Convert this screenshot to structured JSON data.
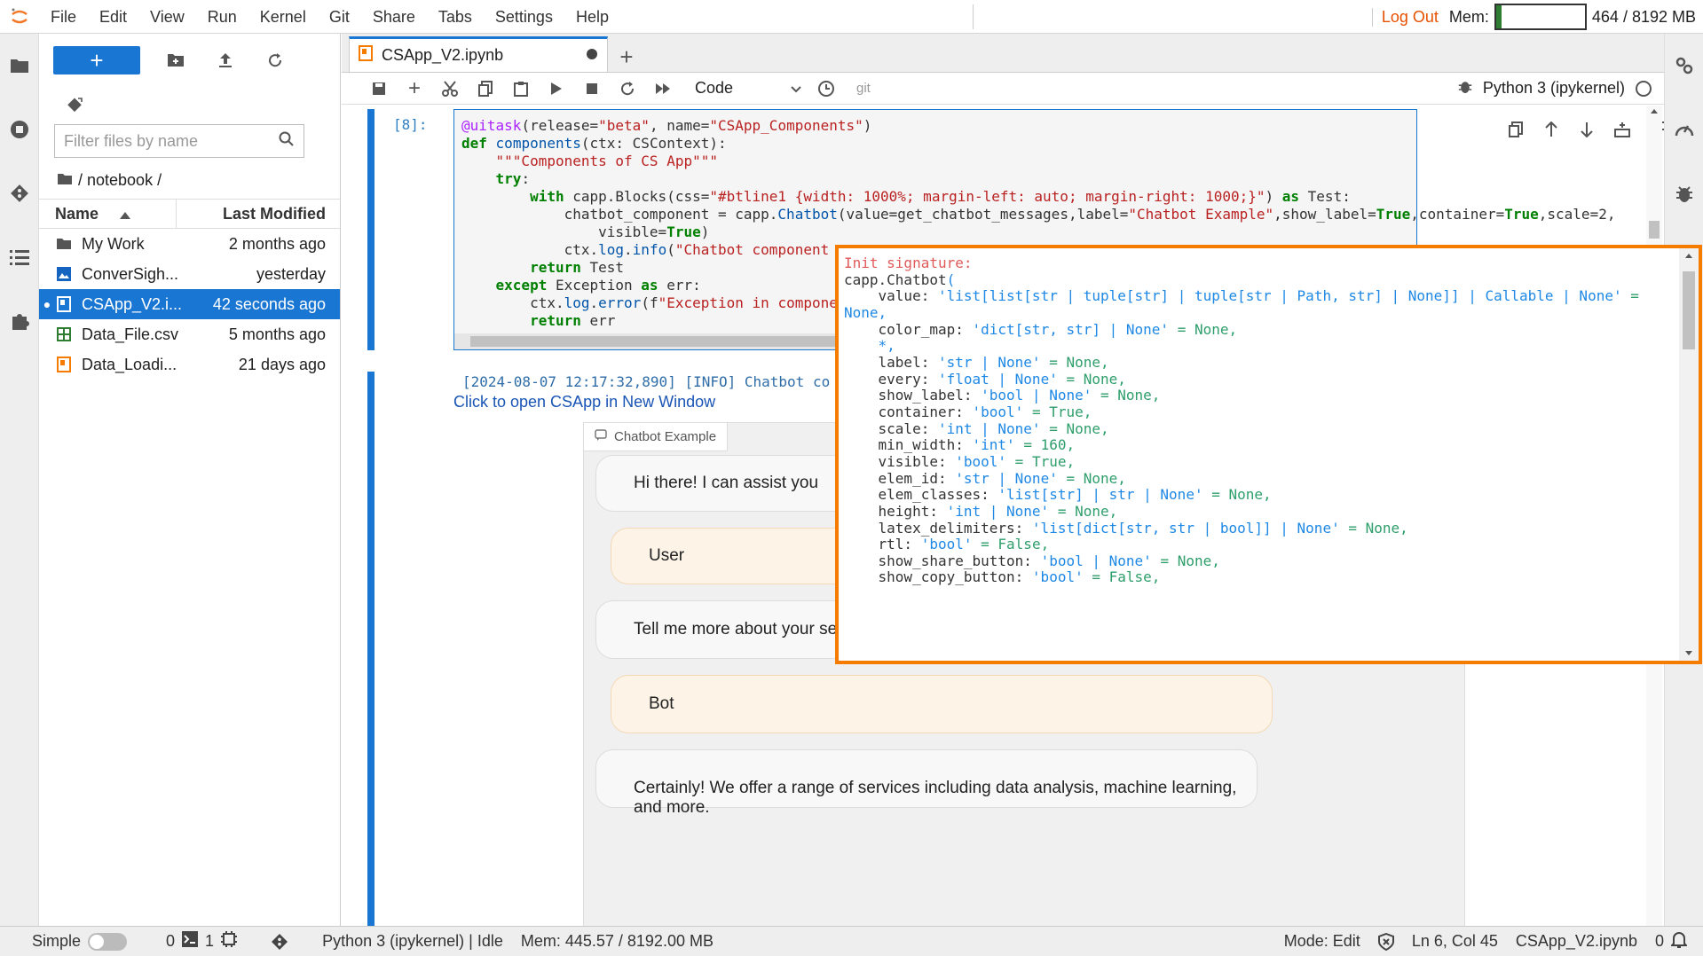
{
  "menubar": {
    "items": [
      "File",
      "Edit",
      "View",
      "Run",
      "Kernel",
      "Git",
      "Share",
      "Tabs",
      "Settings",
      "Help"
    ],
    "logout": "Log Out",
    "mem_label": "Mem:",
    "mem_text": "464 / 8192 MB",
    "mem_fraction": 0.057
  },
  "filebrowser": {
    "filter_placeholder": "Filter files by name",
    "breadcrumb": "/ notebook /",
    "col_name": "Name",
    "col_modified": "Last Modified",
    "files": [
      {
        "name": "My Work",
        "modified": "2 months ago",
        "icon": "folder-icon"
      },
      {
        "name": "ConverSigh...",
        "modified": "yesterday",
        "icon": "image-icon"
      },
      {
        "name": "CSApp_V2.i...",
        "modified": "42 seconds ago",
        "icon": "notebook-icon",
        "selected": true
      },
      {
        "name": "Data_File.csv",
        "modified": "5 months ago",
        "icon": "spreadsheet-icon"
      },
      {
        "name": "Data_Loadi...",
        "modified": "21 days ago",
        "icon": "notebook-icon"
      }
    ]
  },
  "notebook": {
    "tab_title": "CSApp_V2.ipynb",
    "cell_type": "Code",
    "git_label": "git",
    "kernel": "Python 3 (ipykernel)",
    "prompt": "[8]:",
    "log_line": "[2024-08-07 12:17:32,890] [INFO] Chatbot co",
    "open_link": "Click to open CSApp in New Window"
  },
  "chat": {
    "label": "Chatbot Example",
    "messages": [
      {
        "role": "bot",
        "text": "Hi there! I can assist you"
      },
      {
        "role": "user",
        "text": "User"
      },
      {
        "role": "bot",
        "text": "Tell me more about your services."
      },
      {
        "role": "user",
        "text": "Bot"
      },
      {
        "role": "bot",
        "text": "Certainly! We offer a range of services including data analysis, machine learning, and more."
      }
    ]
  },
  "statusbar": {
    "mode_label": "Simple",
    "terminals": "0",
    "kernels": "1",
    "kernel_status": "Python 3 (ipykernel) | Idle",
    "mem": "Mem: 445.57 / 8192.00 MB",
    "edit_mode": "Mode: Edit",
    "cursor": "Ln 6, Col 45",
    "filename": "CSApp_V2.ipynb",
    "notifications": "0"
  }
}
